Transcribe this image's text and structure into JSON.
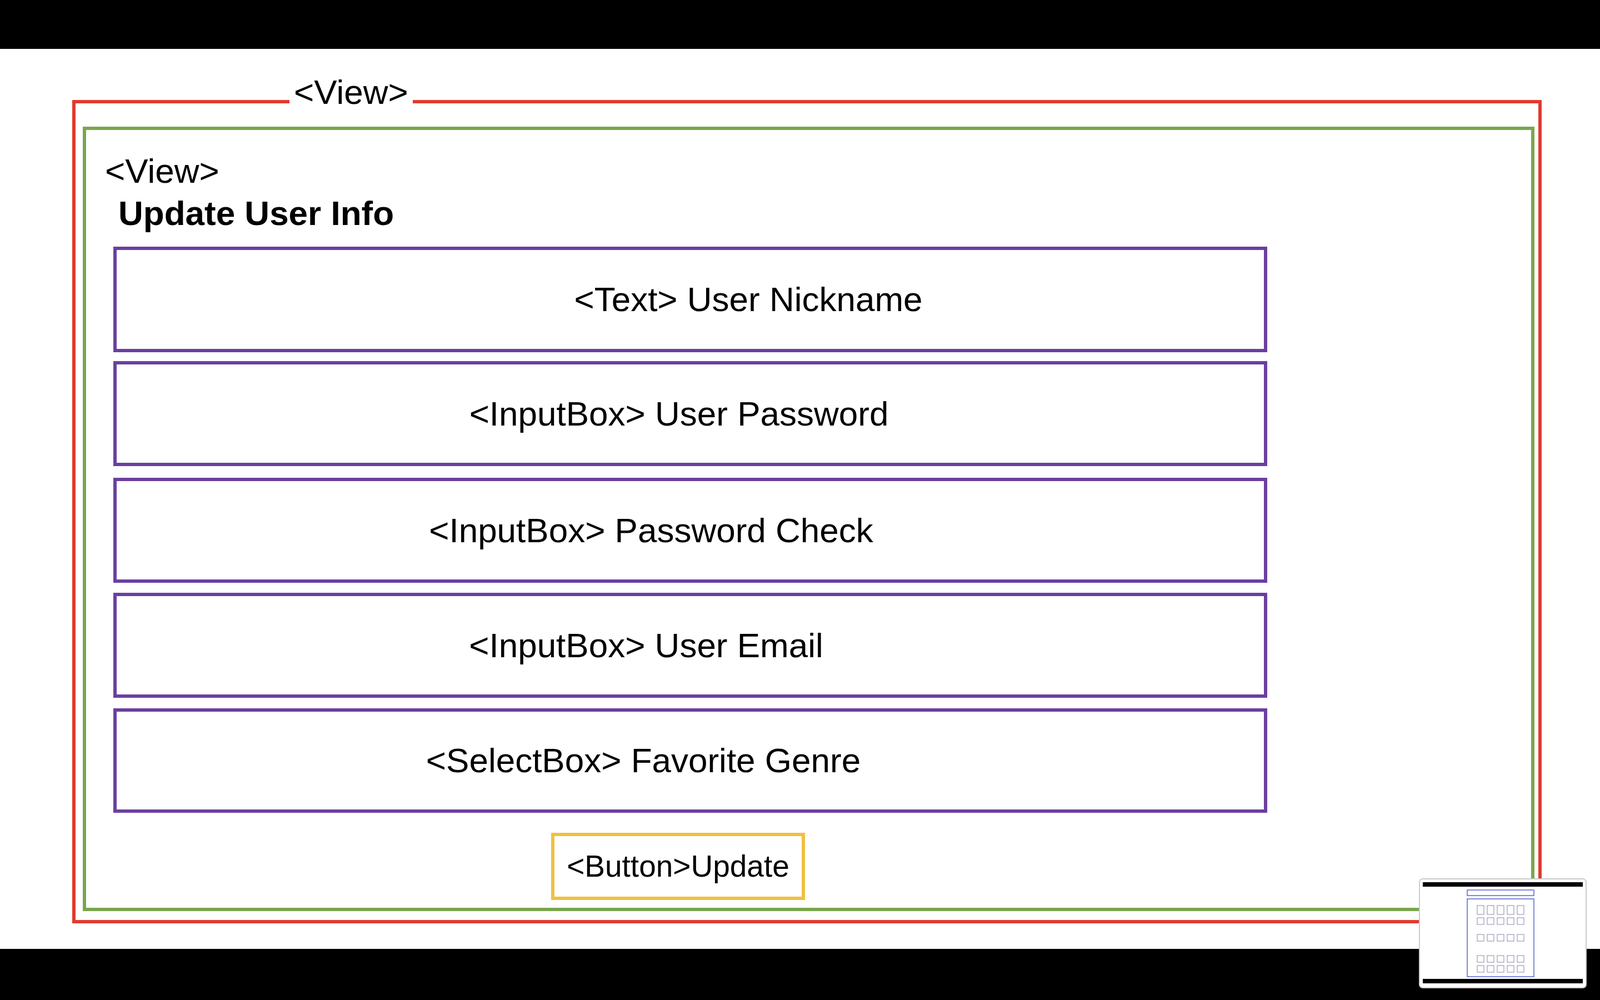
{
  "diagram": {
    "nodes": [
      {
        "text": [
          "<View>"
        ]
      },
      {
        "text": [
          "<View>",
          "Update User Info"
        ],
        "in": 0
      },
      {
        "text": [
          "<Text> User Nickname"
        ],
        "in": 1
      },
      {
        "text": [
          "<InputBox> User Password"
        ],
        "in": 1
      },
      {
        "text": [
          "<InputBox> Password Check"
        ],
        "in": 1
      },
      {
        "text": [
          "<InputBox> User Email"
        ],
        "in": 1
      },
      {
        "text": [
          "<SelectBox> Favorite Genre"
        ],
        "in": 1
      },
      {
        "text": [
          "<Button>Update"
        ],
        "in": 1
      }
    ]
  }
}
